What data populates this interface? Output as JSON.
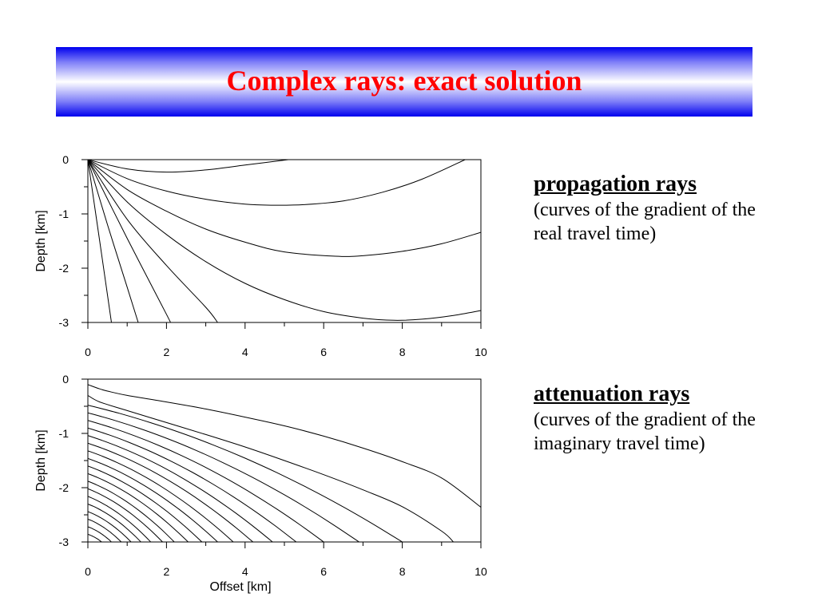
{
  "slide": {
    "title": "Complex rays: exact solution"
  },
  "panels": {
    "top": {
      "ylabel": "Depth [km]",
      "heading": "propagation rays",
      "description": "(curves of the gradient of the real travel time)"
    },
    "bottom": {
      "ylabel": "Depth [km]",
      "xlabel": "Offset [km]",
      "heading": "attenuation rays",
      "description": "(curves of the gradient of the imaginary travel time)"
    }
  },
  "chart_data": [
    {
      "type": "line",
      "name": "propagation rays",
      "xlim": [
        0,
        10
      ],
      "ylim": [
        -3,
        0
      ],
      "xticks": [
        0,
        2,
        4,
        6,
        8,
        10
      ],
      "xtick_labels": [
        "0",
        "2",
        "4",
        "6",
        "8",
        "10"
      ],
      "yticks": [
        0,
        -1,
        -2,
        -3
      ],
      "ytick_labels": [
        "0",
        "-1",
        "-2",
        "-3"
      ],
      "ylabel": "Depth [km]",
      "series": [
        {
          "x": [
            0,
            1,
            2,
            3,
            4,
            5.1
          ],
          "y": [
            0,
            -0.17,
            -0.23,
            -0.19,
            -0.1,
            0
          ]
        },
        {
          "x": [
            0,
            1,
            2,
            3,
            4,
            4.7,
            5.5,
            6.5,
            7.5,
            8.5,
            9.6
          ],
          "y": [
            0,
            -0.35,
            -0.58,
            -0.73,
            -0.82,
            -0.84,
            -0.83,
            -0.76,
            -0.6,
            -0.36,
            0
          ]
        },
        {
          "x": [
            0,
            1,
            2,
            3,
            4,
            5,
            6.3,
            7,
            8,
            9,
            10
          ],
          "y": [
            0,
            -0.55,
            -0.95,
            -1.28,
            -1.52,
            -1.7,
            -1.78,
            -1.77,
            -1.69,
            -1.55,
            -1.34
          ]
        },
        {
          "x": [
            0,
            1,
            2,
            3,
            4,
            5,
            6,
            7,
            7.8,
            8.5,
            9.3,
            10
          ],
          "y": [
            0,
            -0.78,
            -1.38,
            -1.88,
            -2.28,
            -2.58,
            -2.8,
            -2.92,
            -2.96,
            -2.94,
            -2.87,
            -2.78
          ]
        },
        {
          "x": [
            0,
            1,
            2,
            3,
            3.3
          ],
          "y": [
            0,
            -1.1,
            -1.95,
            -2.72,
            -3
          ]
        },
        {
          "x": [
            0,
            1,
            2,
            2.1
          ],
          "y": [
            0,
            -1.45,
            -2.85,
            -3
          ]
        },
        {
          "x": [
            0,
            0.5,
            1,
            1.28
          ],
          "y": [
            0,
            -1.2,
            -2.35,
            -3
          ]
        },
        {
          "x": [
            0,
            0.3,
            0.6
          ],
          "y": [
            0,
            -1.5,
            -3
          ]
        }
      ]
    },
    {
      "type": "line",
      "name": "attenuation rays",
      "xlim": [
        0,
        10
      ],
      "ylim": [
        -3,
        0
      ],
      "xticks": [
        0,
        2,
        4,
        6,
        8,
        10
      ],
      "xtick_labels": [
        "0",
        "2",
        "4",
        "6",
        "8",
        "10"
      ],
      "yticks": [
        0,
        -1,
        -2,
        -3
      ],
      "ytick_labels": [
        "0",
        "-1",
        "-2",
        "-3"
      ],
      "xlabel": "Offset [km]",
      "ylabel": "Depth [km]",
      "series": [
        {
          "x": [
            0,
            0.3,
            0.5,
            1,
            2,
            3,
            4,
            5,
            6,
            7,
            8,
            9,
            10
          ],
          "y": [
            -0.1,
            -0.18,
            -0.22,
            -0.3,
            -0.42,
            -0.55,
            -0.7,
            -0.86,
            -1.05,
            -1.27,
            -1.52,
            -1.82,
            -2.36
          ]
        },
        {
          "x": [
            0,
            0.3,
            1,
            2,
            3,
            4,
            5,
            6,
            7,
            8,
            9,
            9.3
          ],
          "y": [
            -0.3,
            -0.42,
            -0.58,
            -0.8,
            -1.02,
            -1.25,
            -1.5,
            -1.76,
            -2.04,
            -2.35,
            -2.8,
            -3
          ]
        }
      ],
      "family_note_rays_start_at_depths": [
        -0.48,
        -0.62,
        -0.76,
        -0.9,
        -1.04,
        -1.18,
        -1.32,
        -1.46,
        -1.6,
        -1.74,
        -1.88,
        -2.02,
        -2.16,
        -2.3,
        -2.44,
        -2.58,
        -2.72,
        -2.86
      ],
      "family_note_rays_end_at_offsets": [
        8.0,
        6.9,
        6.0,
        5.3,
        4.7,
        4.2,
        3.7,
        3.3,
        2.9,
        2.55,
        2.2,
        1.9,
        1.6,
        1.35,
        1.1,
        0.85,
        0.6,
        0.35
      ]
    }
  ]
}
